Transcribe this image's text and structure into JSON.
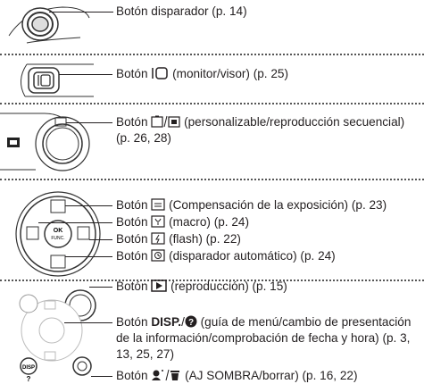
{
  "entries": {
    "shutter": "Botón disparador (p. 14)",
    "monitor_prefix": "Botón ",
    "monitor_suffix": " (monitor/visor) (p. 25)",
    "custom_prefix": "Botón ",
    "custom_suffix": " (personalizable/reproducción secuencial) (p. 26, 28)",
    "exposure_prefix": "Botón ",
    "exposure_suffix": " (Compensación de la exposición) (p. 23)",
    "macro_prefix": "Botón ",
    "macro_suffix": "  (macro) (p. 24)",
    "flash_prefix": "Botón ",
    "flash_suffix": "  (flash) (p. 22)",
    "self_timer_prefix": "Botón ",
    "self_timer_suffix": " (disparador automático) (p. 24)",
    "play_prefix": "Botón ",
    "play_suffix": " (reproducción) (p. 15)",
    "disp_prefix": "Botón ",
    "disp_bold": "DISP.",
    "disp_suffix": " (guía de menú/cambio de presentación de la información/comprobación de fecha y hora) (p. 3, 13, 25, 27)",
    "shadow_prefix": "Botón ",
    "shadow_suffix": " (AJ SOMBRA/borrar) (p. 16, 22)"
  },
  "dial_label": "OK\nFUNC"
}
